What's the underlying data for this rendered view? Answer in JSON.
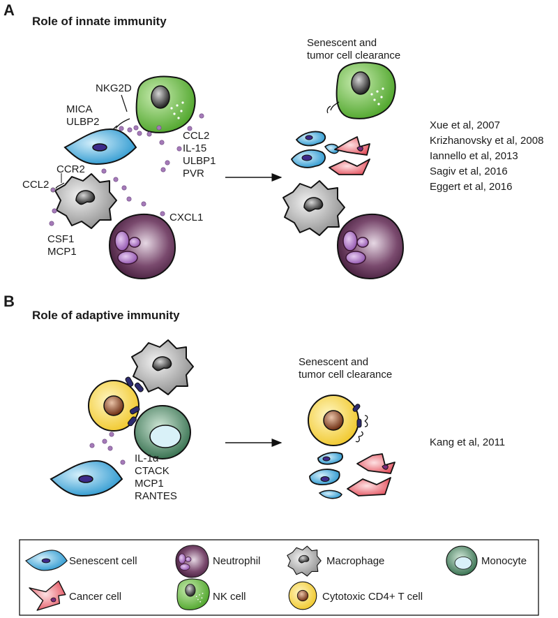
{
  "panel_a": {
    "label": "A",
    "title": "Role of innate immunity",
    "nkg2d": "NKG2D",
    "mica": "MICA",
    "ulbp2": "ULBP2",
    "ccl2_list": "CCL2",
    "il15": "IL-15",
    "ulbp1": "ULBP1",
    "pvr": "PVR",
    "ccr2": "CCR2",
    "ccl2_left": "CCL2",
    "cxcl1": "CXCL1",
    "csf1": "CSF1",
    "mcp1": "MCP1",
    "clearance_1": "Senescent and",
    "clearance_2": "tumor cell clearance",
    "refs": [
      "Xue et al, 2007",
      "Krizhanovsky et al, 2008",
      "Iannello et al, 2013",
      "Sagiv et al, 2016",
      "Eggert et al, 2016"
    ]
  },
  "panel_b": {
    "label": "B",
    "title": "Role of adaptive immunity",
    "il1a": "IL-1α",
    "ctack": "CTACK",
    "mcp1": "MCP1",
    "rantes": "RANTES",
    "clearance_1": "Senescent and",
    "clearance_2": "tumor cell clearance",
    "ref": "Kang et al, 2011"
  },
  "legend": {
    "senescent": "Senescent cell",
    "neutrophil": "Neutrophil",
    "macrophage": "Macrophage",
    "monocyte": "Monocyte",
    "cancer": "Cancer cell",
    "nk": "NK cell",
    "tcell": "Cytotoxic CD4+ T cell"
  },
  "colors": {
    "senescent": "#3aa7dc",
    "nk": "#6bbb3b",
    "macrophage": "#9a9a9a",
    "neutrophil": "#4a1f3f",
    "monocyte": "#3f7f5a",
    "cancer": "#e8606a",
    "tcell": "#f3d33b",
    "cytokine": "#a57ab8"
  }
}
